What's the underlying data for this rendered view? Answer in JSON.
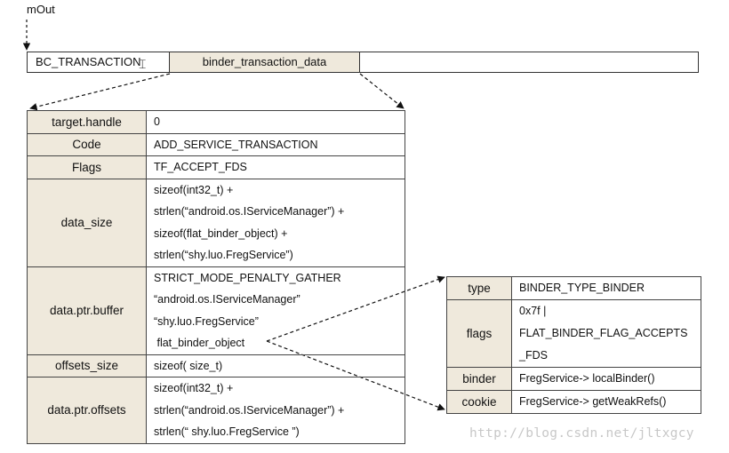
{
  "mout_label": "mOut",
  "buffer": {
    "cmd": "BC_TRANSACTION",
    "payload": "binder_transaction_data"
  },
  "transaction_table": [
    {
      "field": "target.handle",
      "lines": [
        "0"
      ]
    },
    {
      "field": "Code",
      "lines": [
        "ADD_SERVICE_TRANSACTION"
      ]
    },
    {
      "field": "Flags",
      "lines": [
        "TF_ACCEPT_FDS"
      ]
    },
    {
      "field": "data_size",
      "lines": [
        "sizeof(int32_t) +",
        "strlen(“android.os.IServiceManager”) +",
        "sizeof(flat_binder_object) +",
        "strlen(“shy.luo.FregService”)"
      ]
    },
    {
      "field": "data.ptr.buffer",
      "lines": [
        "STRICT_MODE_PENALTY_GATHER",
        "“android.os.IServiceManager”",
        "“shy.luo.FregService”",
        " flat_binder_object"
      ]
    },
    {
      "field": "offsets_size",
      "lines": [
        "sizeof( size_t)"
      ]
    },
    {
      "field": "data.ptr.offsets",
      "lines": [
        "sizeof(int32_t) +",
        "strlen(“android.os.IServiceManager”) +",
        "strlen(“ shy.luo.FregService ”)"
      ]
    }
  ],
  "flat_binder_object_table": [
    {
      "field": "type",
      "lines": [
        "BINDER_TYPE_BINDER"
      ]
    },
    {
      "field": "flags",
      "lines": [
        "0x7f |",
        "FLAT_BINDER_FLAG_ACCEPTS",
        "_FDS"
      ]
    },
    {
      "field": "binder",
      "lines": [
        "FregService-> localBinder()"
      ]
    },
    {
      "field": "cookie",
      "lines": [
        "FregService-> getWeakRefs()"
      ]
    }
  ],
  "watermark": "http://blog.csdn.net/jltxgcy"
}
